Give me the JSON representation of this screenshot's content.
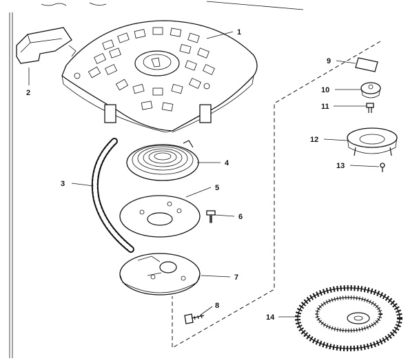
{
  "diagram": {
    "callouts": [
      {
        "id": "p1",
        "label": "1"
      },
      {
        "id": "p2",
        "label": "2"
      },
      {
        "id": "p3",
        "label": "3"
      },
      {
        "id": "p4",
        "label": "4"
      },
      {
        "id": "p5",
        "label": "5"
      },
      {
        "id": "p6",
        "label": "6"
      },
      {
        "id": "p7",
        "label": "7"
      },
      {
        "id": "p8a",
        "label": "8"
      },
      {
        "id": "p9",
        "label": "9"
      },
      {
        "id": "p10",
        "label": "10"
      },
      {
        "id": "p11",
        "label": "11"
      },
      {
        "id": "p12",
        "label": "12"
      },
      {
        "id": "p13",
        "label": "13"
      },
      {
        "id": "p14",
        "label": "14"
      }
    ]
  }
}
